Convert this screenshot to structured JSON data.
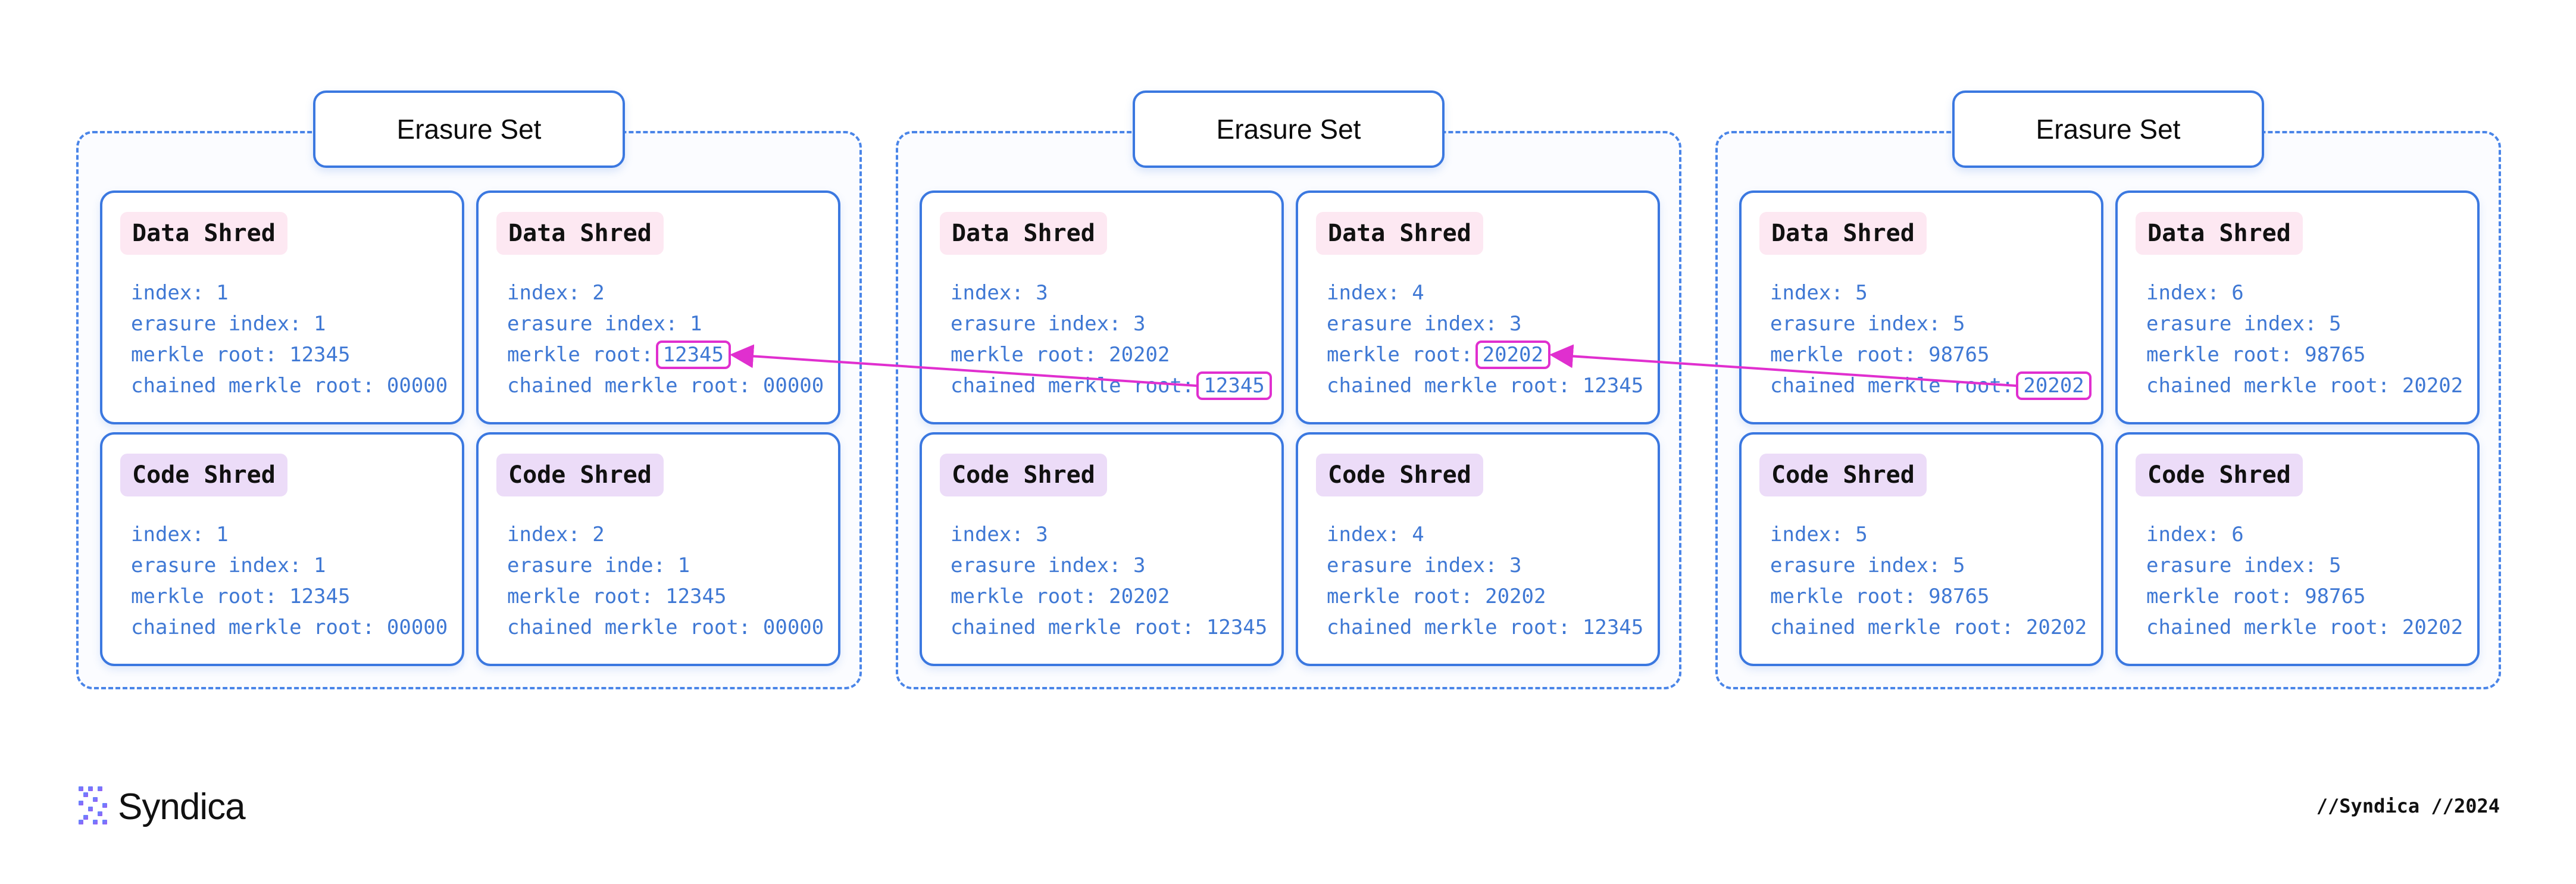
{
  "sets": [
    {
      "title": "Erasure Set",
      "shreds": [
        {
          "type": "Data Shred",
          "kind": "data",
          "lines": [
            {
              "label": "index: ",
              "value": "1"
            },
            {
              "label": "erasure index: ",
              "value": "1"
            },
            {
              "label": "merkle root: ",
              "value": "12345"
            },
            {
              "label": "chained merkle root: ",
              "value": "00000"
            }
          ]
        },
        {
          "type": "Data Shred",
          "kind": "data",
          "lines": [
            {
              "label": "index: ",
              "value": "2"
            },
            {
              "label": "erasure index: ",
              "value": "1"
            },
            {
              "label": "merkle root:",
              "value": "12345",
              "highlight": true
            },
            {
              "label": "chained merkle root: ",
              "value": "00000"
            }
          ]
        },
        {
          "type": "Code Shred",
          "kind": "code",
          "lines": [
            {
              "label": "index: ",
              "value": "1"
            },
            {
              "label": "erasure index: ",
              "value": "1"
            },
            {
              "label": "merkle root: ",
              "value": "12345"
            },
            {
              "label": "chained merkle root: ",
              "value": "00000"
            }
          ]
        },
        {
          "type": "Code Shred",
          "kind": "code",
          "lines": [
            {
              "label": "index: ",
              "value": "2"
            },
            {
              "label": "erasure inde: ",
              "value": "1"
            },
            {
              "label": "merkle root: ",
              "value": "12345"
            },
            {
              "label": "chained merkle root: ",
              "value": "00000"
            }
          ]
        }
      ]
    },
    {
      "title": "Erasure Set",
      "shreds": [
        {
          "type": "Data Shred",
          "kind": "data",
          "lines": [
            {
              "label": "index: ",
              "value": "3"
            },
            {
              "label": "erasure index: ",
              "value": "3"
            },
            {
              "label": "merkle root: ",
              "value": "20202"
            },
            {
              "label": "chained merkle root:",
              "value": "12345",
              "highlight": true
            }
          ]
        },
        {
          "type": "Data Shred",
          "kind": "data",
          "lines": [
            {
              "label": "index: ",
              "value": "4"
            },
            {
              "label": "erasure index: ",
              "value": "3"
            },
            {
              "label": "merkle root:",
              "value": "20202",
              "highlight": true
            },
            {
              "label": "chained merkle root: ",
              "value": "12345"
            }
          ]
        },
        {
          "type": "Code Shred",
          "kind": "code",
          "lines": [
            {
              "label": "index: ",
              "value": "3"
            },
            {
              "label": "erasure index: ",
              "value": "3"
            },
            {
              "label": "merkle root: ",
              "value": "20202"
            },
            {
              "label": "chained merkle root: ",
              "value": "12345"
            }
          ]
        },
        {
          "type": "Code Shred",
          "kind": "code",
          "lines": [
            {
              "label": "index: ",
              "value": "4"
            },
            {
              "label": "erasure index: ",
              "value": "3"
            },
            {
              "label": "merkle root: ",
              "value": "20202"
            },
            {
              "label": "chained merkle root: ",
              "value": "12345"
            }
          ]
        }
      ]
    },
    {
      "title": "Erasure Set",
      "shreds": [
        {
          "type": "Data Shred",
          "kind": "data",
          "lines": [
            {
              "label": "index: ",
              "value": "5"
            },
            {
              "label": "erasure index: ",
              "value": "5"
            },
            {
              "label": "merkle root: ",
              "value": "98765"
            },
            {
              "label": "chained merkle root:",
              "value": "20202",
              "highlight": true
            }
          ]
        },
        {
          "type": "Data Shred",
          "kind": "data",
          "lines": [
            {
              "label": "index: ",
              "value": "6"
            },
            {
              "label": "erasure index: ",
              "value": "5"
            },
            {
              "label": "merkle root: ",
              "value": "98765"
            },
            {
              "label": "chained merkle root: ",
              "value": "20202"
            }
          ]
        },
        {
          "type": "Code Shred",
          "kind": "code",
          "lines": [
            {
              "label": "index: ",
              "value": "5"
            },
            {
              "label": "erasure index: ",
              "value": "5"
            },
            {
              "label": "merkle root: ",
              "value": "98765"
            },
            {
              "label": "chained merkle root: ",
              "value": "20202"
            }
          ]
        },
        {
          "type": "Code Shred",
          "kind": "code",
          "lines": [
            {
              "label": "index: ",
              "value": "6"
            },
            {
              "label": "erasure index: ",
              "value": "5"
            },
            {
              "label": "merkle root: ",
              "value": "98765"
            },
            {
              "label": "chained merkle root: ",
              "value": "20202"
            }
          ]
        }
      ]
    }
  ],
  "links": [
    {
      "from": "1.0.3",
      "to": "0.1.2"
    },
    {
      "from": "2.0.3",
      "to": "1.1.2"
    }
  ],
  "colors": {
    "accent": "#3b78e0",
    "link": "#e02fcf",
    "data_badge": "#fde8f2",
    "code_badge": "#ecdcf8"
  },
  "footer": {
    "logo_text": "Syndica",
    "logo_icon": "syndica-logo-icon",
    "right_text": "//Syndica //2024"
  }
}
